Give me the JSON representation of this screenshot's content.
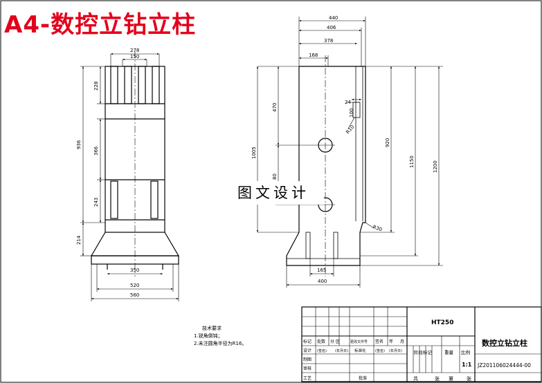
{
  "banner_title": "A4-数控立钻立柱",
  "watermark": "图文设计",
  "front_view": {
    "dims": {
      "d278": "278",
      "d150": "150",
      "d228": "228",
      "d936": "936",
      "d366": "366",
      "d243": "243",
      "d214": "214",
      "d350": "350",
      "d520": "520",
      "d560": "560"
    }
  },
  "side_view": {
    "dims": {
      "d440": "440",
      "d406": "406",
      "d378": "378",
      "d168": "168",
      "d470": "470",
      "d24": "24",
      "d100": "100",
      "dR10": "R10",
      "d920": "920",
      "d1005": "1005",
      "d80": "80",
      "d1150": "1150",
      "d1200": "1200",
      "dR30": "R30",
      "d165": "165",
      "d400": "400"
    }
  },
  "notes": {
    "heading": "技术要求",
    "line1": "1.锐角倒钝；",
    "line2": "2.未注圆角半径为R16。"
  },
  "title_block": {
    "material": "HT250",
    "drawing_name": "数控立钻立柱",
    "drawing_code": "JZ201106024444-00",
    "scale": "1:1",
    "hdr_mark": "标记",
    "hdr_count": "处数",
    "hdr_zone": "分 区",
    "hdr_change": "更改文件号",
    "hdr_sign": "签名",
    "hdr_year": "年",
    "hdr_month": "月",
    "design": "设计",
    "sign_paren": "(签名)",
    "date_paren": "(年月日)",
    "standardize": "标准化",
    "sign_paren2": "(签名)",
    "date_paren2": "(年月日)",
    "stage_mark": "阶段标记",
    "weight": "重量",
    "scale_label": "比例",
    "draw": "制图",
    "review": "审核",
    "process": "工艺",
    "approve": "批准",
    "total": "共",
    "sheet_unit": "张",
    "page": "第",
    "sheet_unit2": "张"
  }
}
